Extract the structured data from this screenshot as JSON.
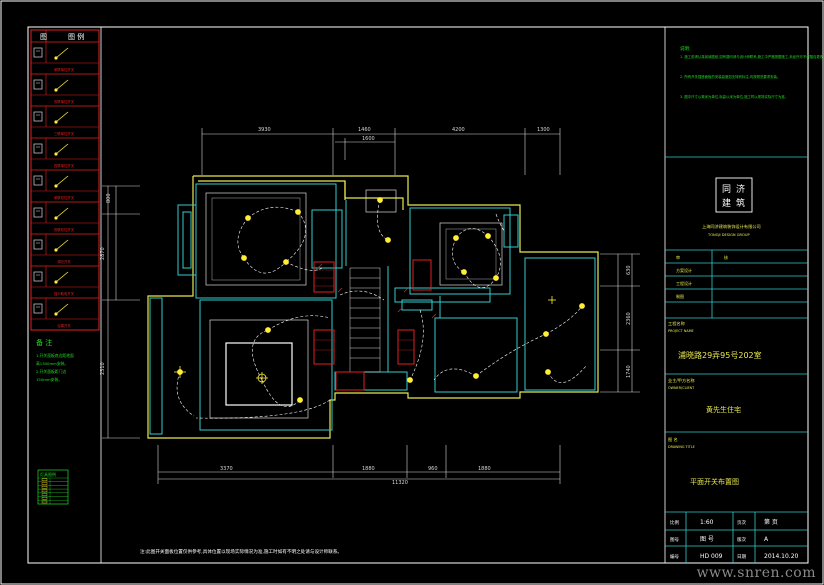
{
  "colors": {
    "background": "#000000",
    "frame": "#ffffff",
    "legend_border": "#e02020",
    "legend_label": "#e02020",
    "legend_header": "#ffffff",
    "notes_text": "#22dd22",
    "wall_outer": "#e8e850",
    "wall_inner": "#33cccc",
    "dim": "#d8d8d8",
    "wire": "#ffffff",
    "fixture": "#ffee33",
    "cabinet": "#e02020",
    "title_block": "#33cccc",
    "title_text": "#e8e850",
    "watermark": "#8a8a8a"
  },
  "legend": {
    "header": "图 例",
    "rows": [
      {
        "icon": "single-switch-icon",
        "label": "单联单控开关"
      },
      {
        "icon": "double-switch-icon",
        "label": "双联单控开关"
      },
      {
        "icon": "triple-switch-icon",
        "label": "三联单控开关"
      },
      {
        "icon": "quad-switch-icon",
        "label": "四联单控开关"
      },
      {
        "icon": "two-way-switch-icon",
        "label": "单联双控开关"
      },
      {
        "icon": "two-way-double-switch-icon",
        "label": "双联双控开关"
      },
      {
        "icon": "dimmer-switch-icon",
        "label": "调光开关"
      },
      {
        "icon": "card-switch-icon",
        "label": "插卡取电开关"
      },
      {
        "icon": "bath-heater-switch-icon",
        "label": "浴霸开关"
      }
    ],
    "notes_title": "备 注",
    "notes": [
      "1.开关面板底边距地面",
      "高1300mm安装。",
      "2.开关面板距门边",
      "150mm安装。"
    ],
    "mini_table_title": "灯具图例",
    "mini_table_rows": [
      "",
      "",
      "",
      "",
      "",
      "",
      ""
    ]
  },
  "plan": {
    "dims_top": [
      "3930",
      "1460",
      "4200",
      "1300"
    ],
    "dims_top_inner": [
      "1600"
    ],
    "dims_left": [
      "800",
      "2870",
      "2310"
    ],
    "dims_right": [
      "630",
      "2360",
      "1740"
    ],
    "dims_bottom": [
      "3370",
      "1880",
      "960",
      "1880"
    ],
    "dims_bottom_total": "11320",
    "bottom_note": "注:此图开关面板位置仅供参考,具体位置以现场实际情况为准,施工时如有不明之处请与设计师联系。"
  },
  "title_block": {
    "notes_header": "说明:",
    "notes": [
      "1. 施工前请认真阅读图纸,如有疑问请与设计师联系,施工中严格按图施工,未经许可不得擅自更改。",
      "2. 所有开关插座面板的安装高度如无特别标注,均按规范要求安装。",
      "3. 图中尺寸以毫米为单位,标高以米为单位,施工时以现场实际尺寸为准。"
    ],
    "logo_chars": [
      "同",
      "济",
      "建",
      "筑"
    ],
    "company": "上海同济建筑装饰设计有限公司",
    "company_en": "TONGJI DESIGN GROUP",
    "sign_rows": [
      {
        "k": "审",
        "v": "核"
      },
      {
        "k": "方案设计",
        "v": ""
      },
      {
        "k": "工程设计",
        "v": ""
      },
      {
        "k": "制图",
        "v": ""
      }
    ],
    "project_label": "工程名称",
    "project_label_en": "PROJECT NAME",
    "project": "浦晓路29弄95号202室",
    "client_label": "业主/甲方名称",
    "client_label_en": "OWNER/CLIENT",
    "client": "黄先生住宅",
    "drawing_label": "图 名",
    "drawing_label_en": "DRAWING TITLE",
    "drawing": "平面开关布置图",
    "bottom": [
      {
        "k1": "比例",
        "v1": "1:60",
        "k2": "页次",
        "v2": "第 页"
      },
      {
        "k1": "图号",
        "v1": "图 号",
        "k2": "版次",
        "v2": "A"
      },
      {
        "k1": "编号",
        "v1": "HD 009",
        "k2": "日期",
        "v2": "2014.10.20"
      }
    ]
  },
  "watermark": "www.snren.com"
}
